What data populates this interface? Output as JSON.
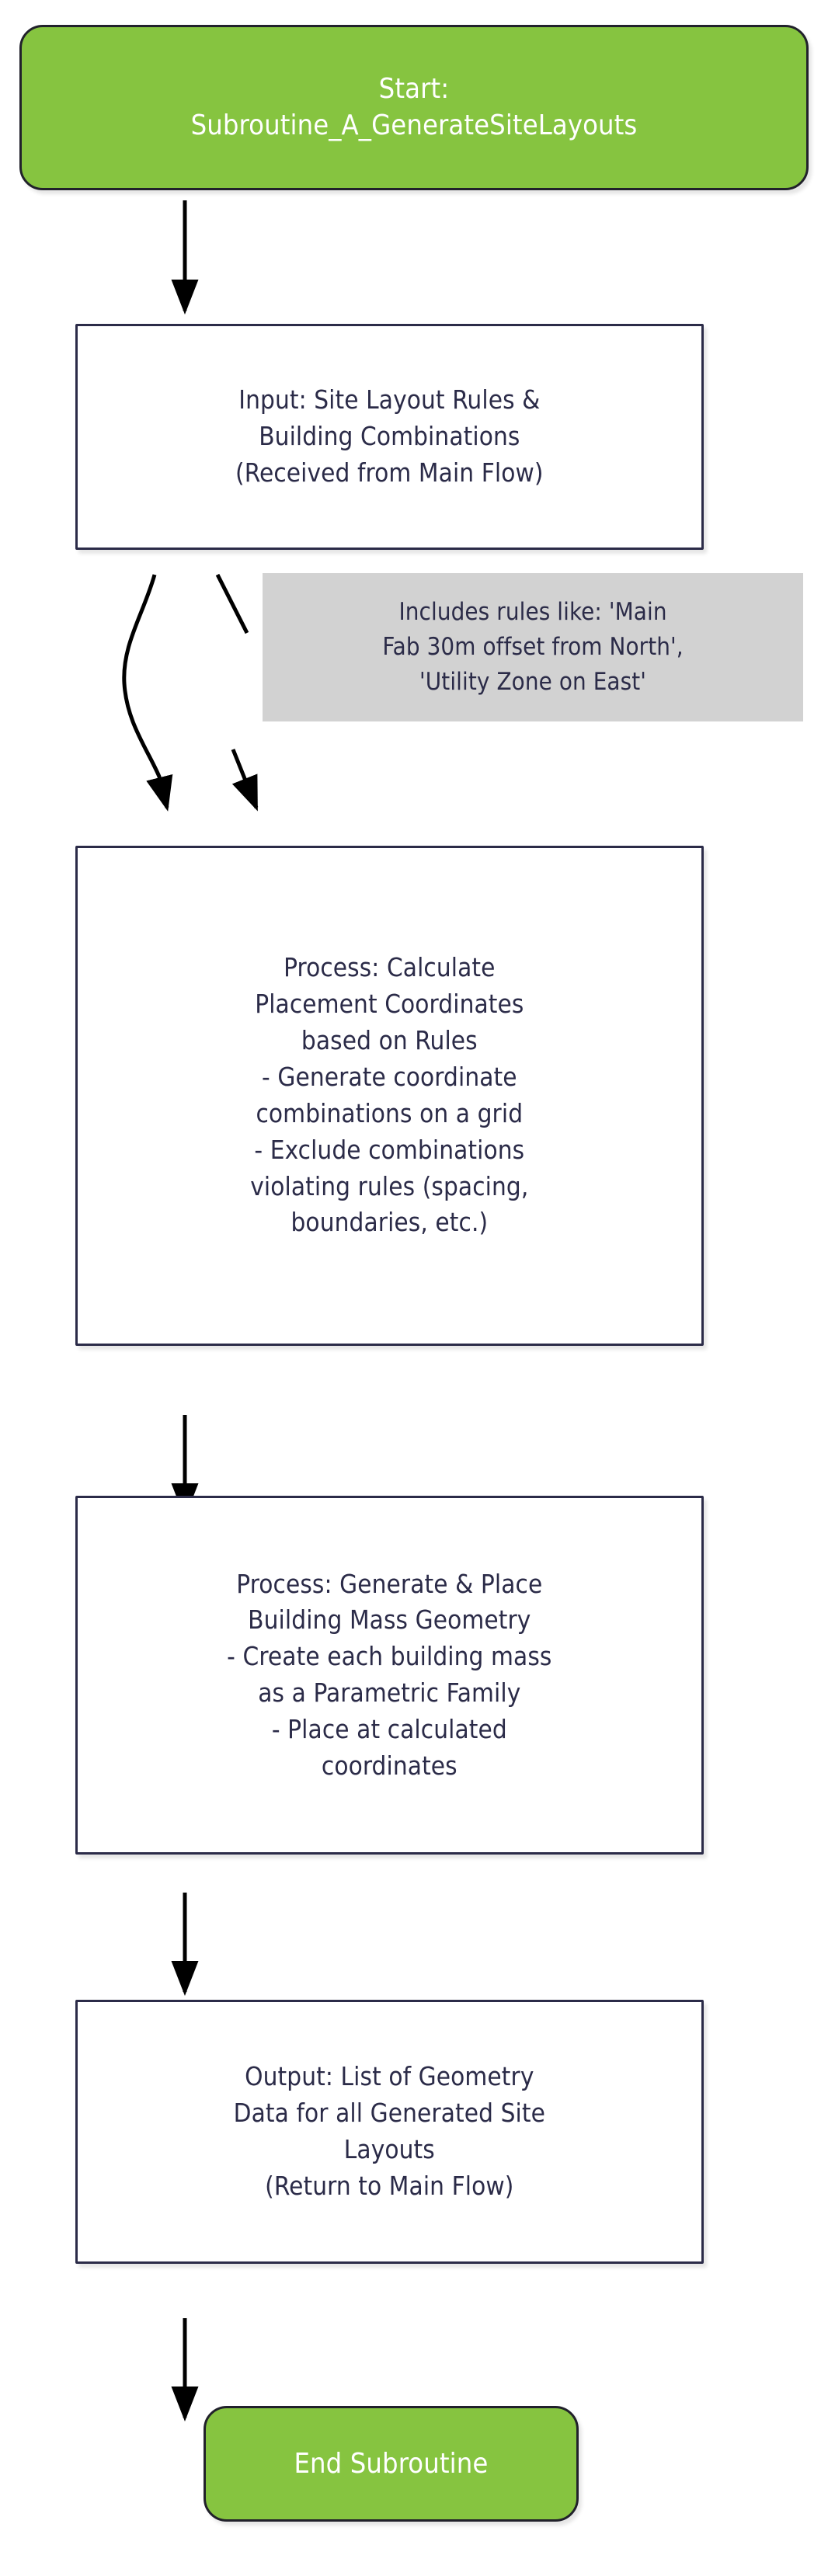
{
  "diagram": {
    "type": "flowchart",
    "orientation": "top-to-bottom",
    "background_color": "#ffffff",
    "palette": {
      "terminator_fill": "#86c440",
      "terminator_stroke": "#21212b",
      "terminator_text": "#ffffff",
      "box_fill": "#ffffff",
      "box_stroke": "#2b2b48",
      "box_text": "#2b2b48",
      "edge_stroke": "#000000",
      "edge_label_fill": "#d2d2d2",
      "edge_label_text": "#2b2b48"
    },
    "nodes": [
      {
        "id": "start",
        "shape": "stadium",
        "text": "Start:\nSubroutine_A_GenerateSiteLayouts"
      },
      {
        "id": "input",
        "shape": "rectangle",
        "text": "Input: Site Layout Rules &\nBuilding Combinations\n(Received from Main Flow)"
      },
      {
        "id": "calc",
        "shape": "rectangle",
        "text": "Process: Calculate\nPlacement Coordinates\nbased on Rules\n- Generate coordinate\ncombinations on a grid\n- Exclude combinations\nviolating rules (spacing,\nboundaries, etc.)"
      },
      {
        "id": "geometry",
        "shape": "rectangle",
        "text": "Process: Generate & Place\nBuilding Mass Geometry\n- Create each building mass\nas a Parametric Family\n- Place at calculated\ncoordinates"
      },
      {
        "id": "output",
        "shape": "rectangle",
        "text": "Output: List of Geometry\nData for all Generated Site\nLayouts\n(Return to Main Flow)"
      },
      {
        "id": "end",
        "shape": "stadium",
        "text": "End Subroutine"
      }
    ],
    "edges": [
      {
        "from": "start",
        "to": "input",
        "label": ""
      },
      {
        "from": "input",
        "to": "calc",
        "label": "Includes rules like: 'Main Fab 30m offset from North', 'Utility Zone on East'"
      },
      {
        "from": "calc",
        "to": "geometry",
        "label": ""
      },
      {
        "from": "geometry",
        "to": "output",
        "label": ""
      },
      {
        "from": "output",
        "to": "end",
        "label": ""
      }
    ],
    "edge_labels": {
      "input_to_calc": "Includes rules like: 'Main\nFab 30m offset from North',\n'Utility Zone on East'"
    }
  }
}
